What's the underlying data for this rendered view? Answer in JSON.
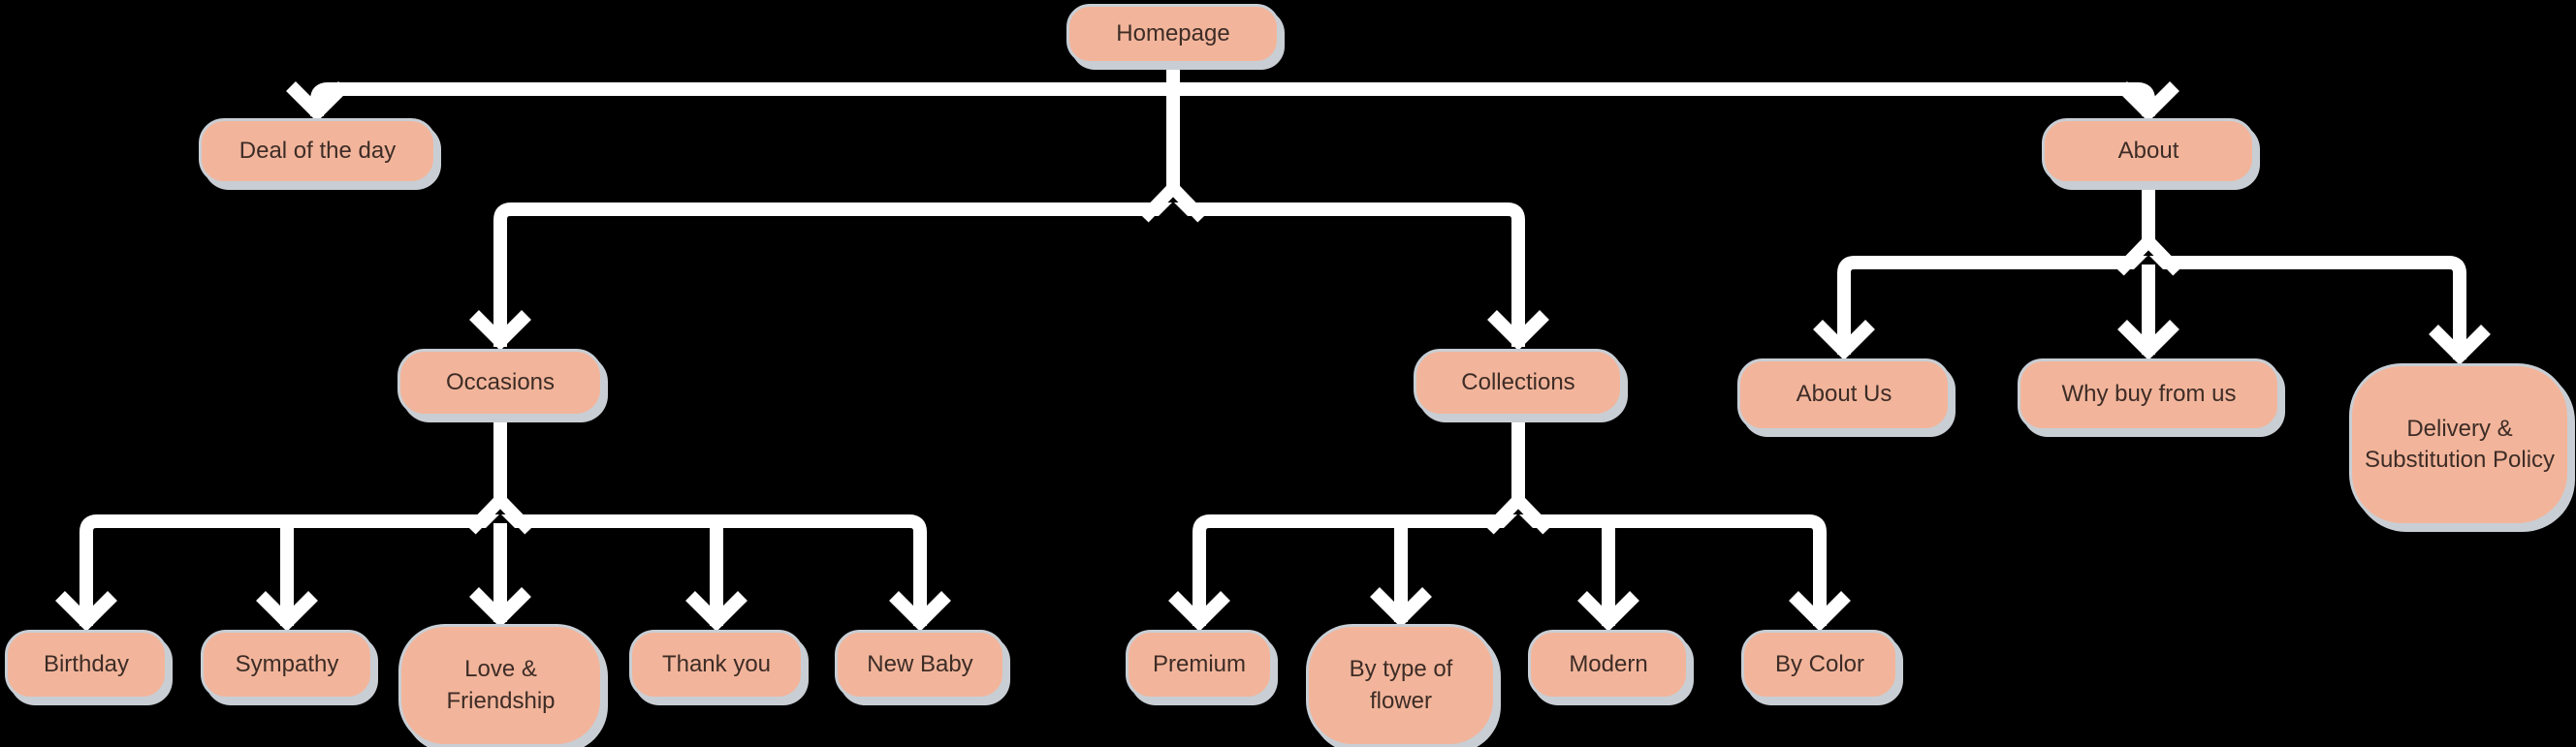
{
  "diagram": {
    "type": "sitemap-tree",
    "nodes": {
      "homepage": {
        "label": "Homepage"
      },
      "deal_of_the_day": {
        "label": "Deal of the day"
      },
      "about": {
        "label": "About"
      },
      "occasions": {
        "label": "Occasions"
      },
      "collections": {
        "label": "Collections"
      },
      "birthday": {
        "label": "Birthday"
      },
      "sympathy": {
        "label": "Sympathy"
      },
      "love_friendship": {
        "label": "Love & Friendship"
      },
      "thank_you": {
        "label": "Thank you"
      },
      "new_baby": {
        "label": "New Baby"
      },
      "premium": {
        "label": "Premium"
      },
      "by_type_of_flower": {
        "label": "By type of flower"
      },
      "modern": {
        "label": "Modern"
      },
      "by_color": {
        "label": "By Color"
      },
      "about_us": {
        "label": "About Us"
      },
      "why_buy_from_us": {
        "label": "Why buy from us"
      },
      "delivery_substitution_policy": {
        "label": "Delivery & Substitution Policy"
      }
    },
    "edges": [
      [
        "homepage",
        "deal_of_the_day"
      ],
      [
        "homepage",
        "occasions"
      ],
      [
        "homepage",
        "collections"
      ],
      [
        "homepage",
        "about"
      ],
      [
        "occasions",
        "birthday"
      ],
      [
        "occasions",
        "sympathy"
      ],
      [
        "occasions",
        "love_friendship"
      ],
      [
        "occasions",
        "thank_you"
      ],
      [
        "occasions",
        "new_baby"
      ],
      [
        "collections",
        "premium"
      ],
      [
        "collections",
        "by_type_of_flower"
      ],
      [
        "collections",
        "modern"
      ],
      [
        "collections",
        "by_color"
      ],
      [
        "about",
        "about_us"
      ],
      [
        "about",
        "why_buy_from_us"
      ],
      [
        "about",
        "delivery_substitution_policy"
      ]
    ]
  },
  "colors": {
    "background": "#000000",
    "node_fill": "#F2B59B",
    "node_border": "#C9CED4",
    "node_text": "#3D2C26",
    "connector": "#FFFFFF"
  }
}
